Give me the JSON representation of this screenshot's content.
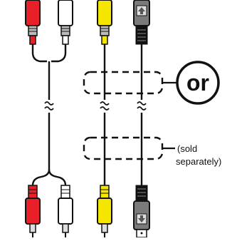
{
  "diagram": {
    "or_label": "or",
    "note_line1": "(sold",
    "note_line2": "separately)",
    "connectors": [
      {
        "name": "red-rca",
        "color": "#e8202a"
      },
      {
        "name": "white-rca",
        "color": "#ffffff"
      },
      {
        "name": "yellow-rca",
        "color": "#f5e600"
      },
      {
        "name": "gray-svideo",
        "color": "#7a7a7a"
      }
    ],
    "cable_color": "#111111",
    "dash_color": "#111111"
  }
}
